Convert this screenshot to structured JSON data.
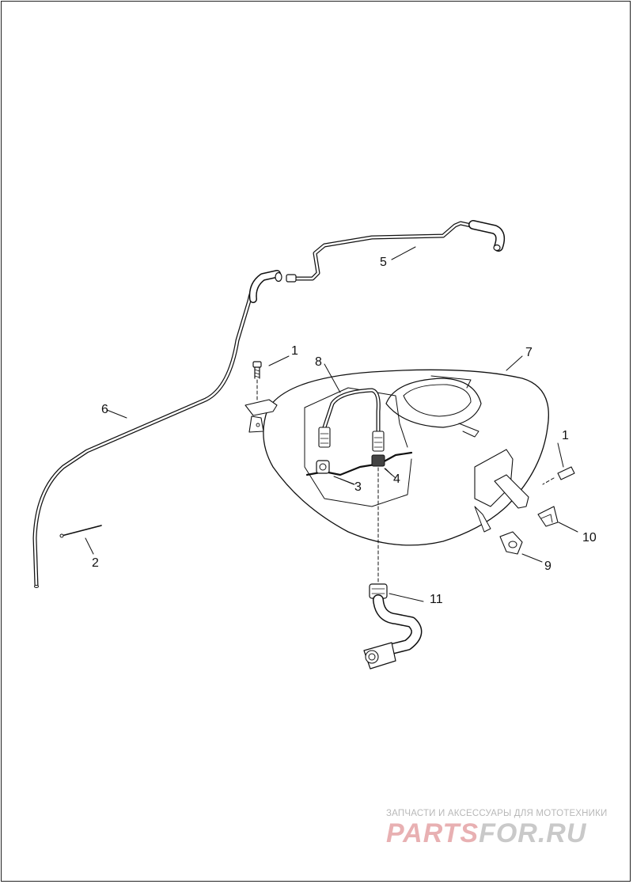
{
  "callouts": [
    {
      "id": "1",
      "label": "1"
    },
    {
      "id": "1b",
      "label": "1"
    },
    {
      "id": "2",
      "label": "2"
    },
    {
      "id": "3",
      "label": "3"
    },
    {
      "id": "4",
      "label": "4"
    },
    {
      "id": "5",
      "label": "5"
    },
    {
      "id": "6",
      "label": "6"
    },
    {
      "id": "7",
      "label": "7"
    },
    {
      "id": "8",
      "label": "8"
    },
    {
      "id": "9",
      "label": "9"
    },
    {
      "id": "10",
      "label": "10"
    },
    {
      "id": "11",
      "label": "11"
    }
  ],
  "watermark": {
    "caption": "ЗАПЧАСТИ И АКСЕССУАРЫ ДЛЯ МОТОТЕХНИКИ",
    "brand_part1": "PARTS",
    "brand_part2": "FOR.RU",
    "color_primary": "#e8b0b2",
    "color_secondary": "#c9c9c9"
  }
}
